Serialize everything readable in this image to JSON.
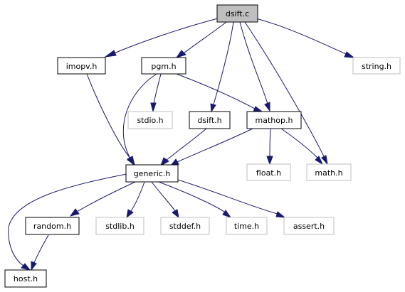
{
  "graph": {
    "nodes": {
      "dsift_c": {
        "label": "dsift.c",
        "style": "root"
      },
      "imopv_h": {
        "label": "imopv.h",
        "style": "documented"
      },
      "pgm_h": {
        "label": "pgm.h",
        "style": "documented"
      },
      "string_h": {
        "label": "string.h",
        "style": "external"
      },
      "stdio_h": {
        "label": "stdio.h",
        "style": "external"
      },
      "dsift_h": {
        "label": "dsift.h",
        "style": "documented"
      },
      "mathop_h": {
        "label": "mathop.h",
        "style": "documented"
      },
      "generic_h": {
        "label": "generic.h",
        "style": "documented"
      },
      "float_h": {
        "label": "float.h",
        "style": "external"
      },
      "math_h": {
        "label": "math.h",
        "style": "external"
      },
      "random_h": {
        "label": "random.h",
        "style": "documented"
      },
      "stdlib_h": {
        "label": "stdlib.h",
        "style": "external"
      },
      "stddef_h": {
        "label": "stddef.h",
        "style": "external"
      },
      "time_h": {
        "label": "time.h",
        "style": "external"
      },
      "assert_h": {
        "label": "assert.h",
        "style": "external"
      },
      "host_h": {
        "label": "host.h",
        "style": "documented"
      }
    },
    "edges": [
      {
        "from": "dsift_c",
        "to": "imopv_h"
      },
      {
        "from": "dsift_c",
        "to": "pgm_h"
      },
      {
        "from": "dsift_c",
        "to": "dsift_h"
      },
      {
        "from": "dsift_c",
        "to": "mathop_h"
      },
      {
        "from": "dsift_c",
        "to": "math_h"
      },
      {
        "from": "dsift_c",
        "to": "string_h"
      },
      {
        "from": "imopv_h",
        "to": "generic_h"
      },
      {
        "from": "pgm_h",
        "to": "generic_h"
      },
      {
        "from": "pgm_h",
        "to": "stdio_h"
      },
      {
        "from": "pgm_h",
        "to": "mathop_h"
      },
      {
        "from": "dsift_h",
        "to": "generic_h"
      },
      {
        "from": "mathop_h",
        "to": "generic_h"
      },
      {
        "from": "mathop_h",
        "to": "float_h"
      },
      {
        "from": "mathop_h",
        "to": "math_h"
      },
      {
        "from": "generic_h",
        "to": "host_h"
      },
      {
        "from": "generic_h",
        "to": "random_h"
      },
      {
        "from": "generic_h",
        "to": "stdlib_h"
      },
      {
        "from": "generic_h",
        "to": "stddef_h"
      },
      {
        "from": "generic_h",
        "to": "time_h"
      },
      {
        "from": "generic_h",
        "to": "assert_h"
      },
      {
        "from": "random_h",
        "to": "host_h"
      }
    ],
    "colors": {
      "root_fill": "#bfbfbf",
      "documented_border": "#000000",
      "external_border": "#bfbfbf",
      "edge": "#191970"
    }
  }
}
